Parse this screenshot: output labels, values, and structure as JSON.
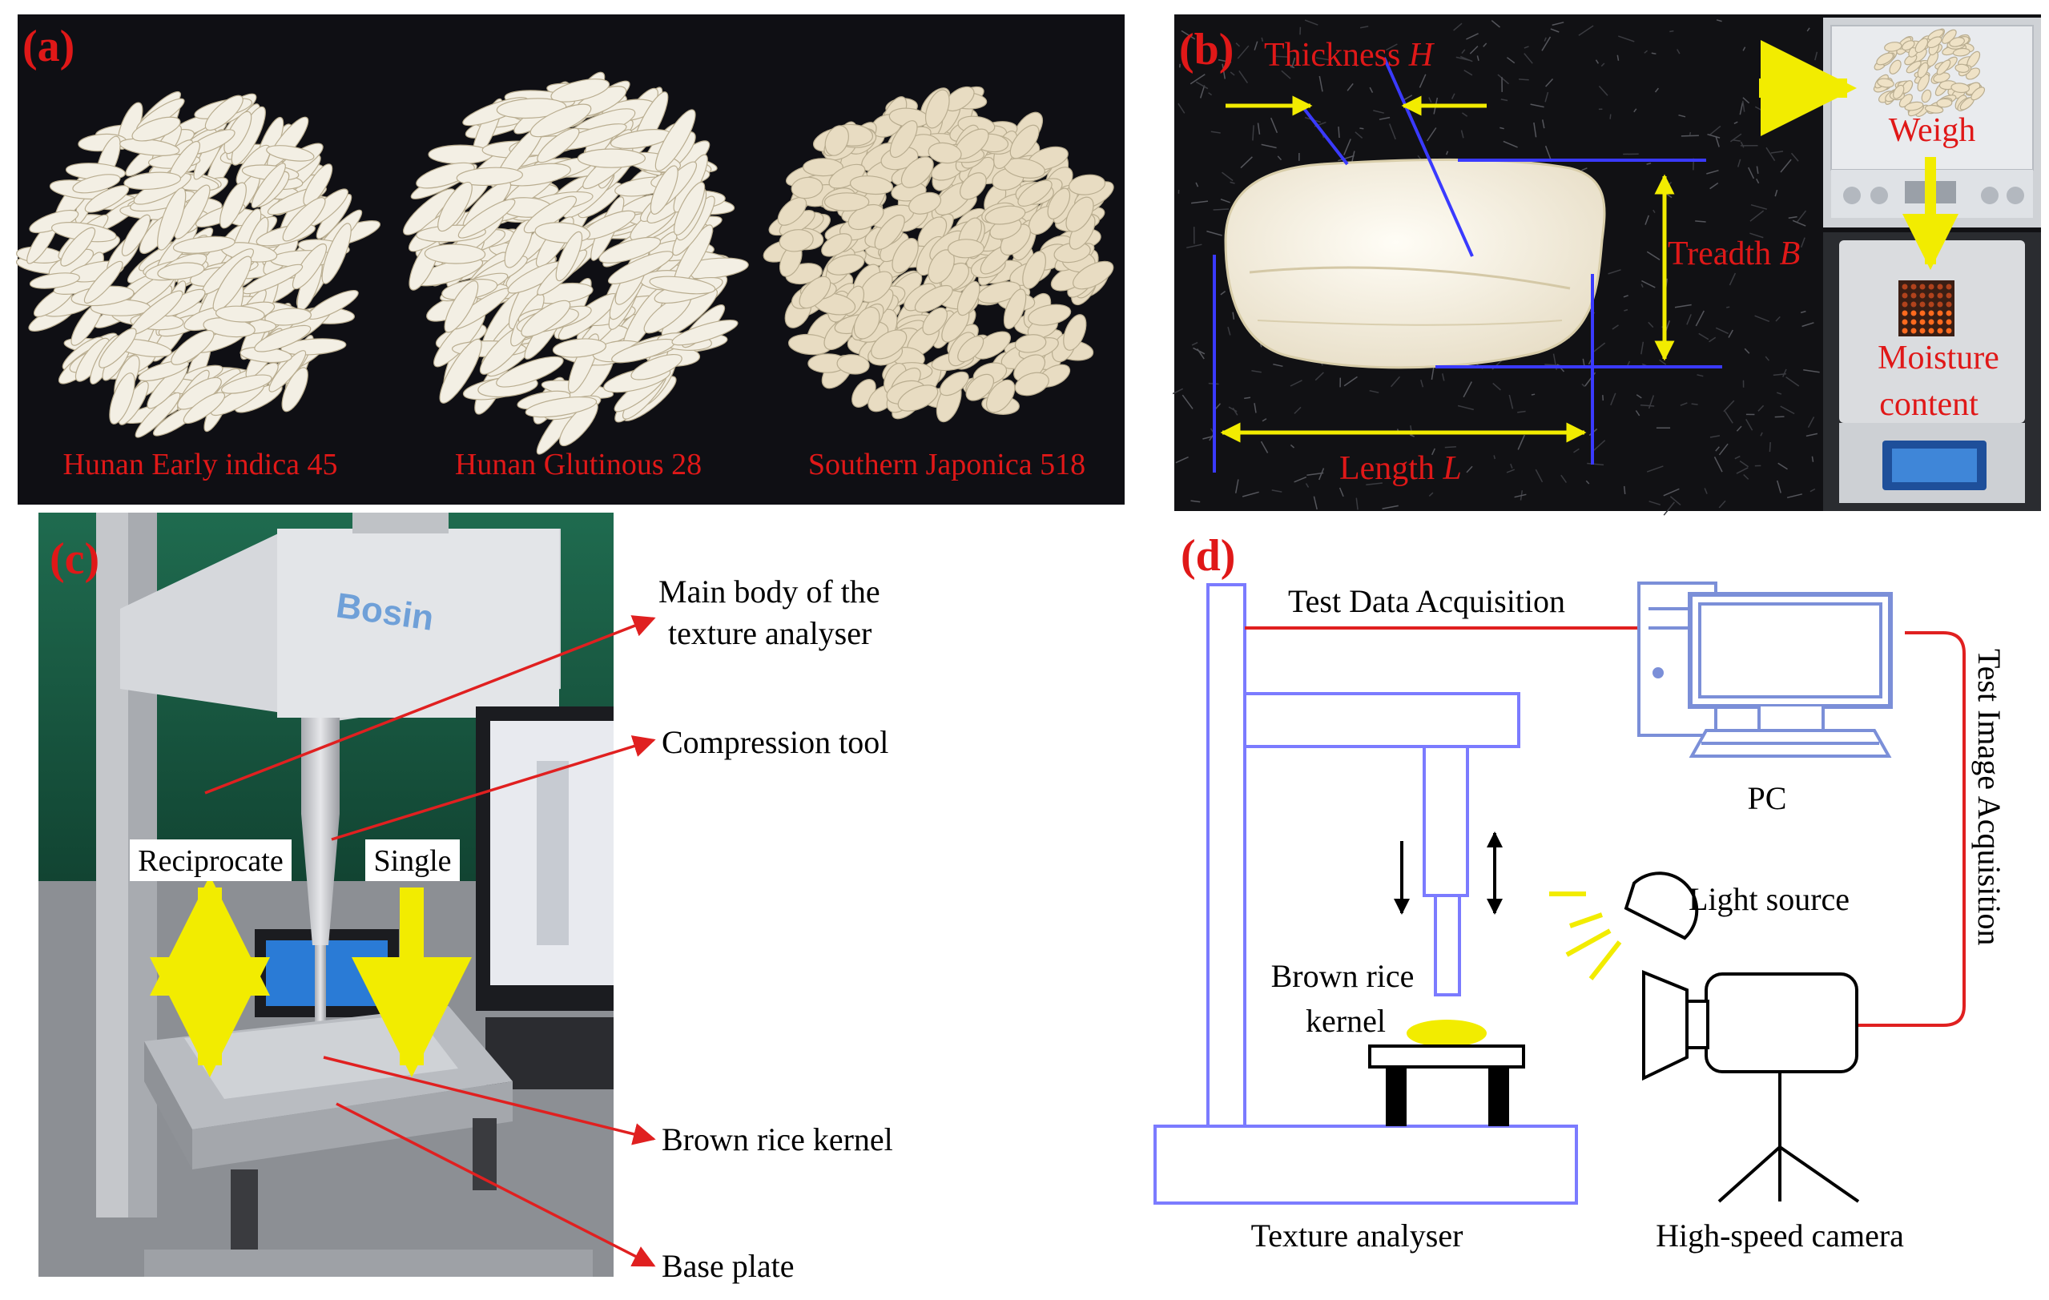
{
  "colors": {
    "panel_dark": "#0f0f14",
    "label_red": "#e01818",
    "arrow_yellow": "#f2ec00",
    "diagram_blue": "#7b7bff",
    "dim_blue": "#3a3aff",
    "wire_red": "#e02020",
    "pc_blue": "#7b8fd8",
    "rice_white": "#f3efe4",
    "japonica_tan": "#e8dcc2"
  },
  "panel_a": {
    "tag": "(a)",
    "varieties": [
      {
        "label": "Hunan Early indica 45"
      },
      {
        "label": "Hunan Glutinous 28"
      },
      {
        "label": "Southern Japonica 518"
      }
    ]
  },
  "panel_b": {
    "tag": "(b)",
    "thickness_label": "Thickness",
    "thickness_symbol": "H",
    "treadth_label": "Treadth",
    "treadth_symbol": "B",
    "length_label": "Length",
    "length_symbol": "L",
    "weigh_label": "Weigh",
    "moisture_label_line1": "Moisture",
    "moisture_label_line2": "content"
  },
  "panel_c": {
    "tag": "(c)",
    "brand": "Bosin",
    "reciprocate_label": "Reciprocate",
    "single_label": "Single",
    "callouts": [
      {
        "line1": "Main body of the",
        "line2": "texture analyser"
      },
      {
        "line1": "Compression tool",
        "line2": ""
      },
      {
        "line1": "Brown rice kernel",
        "line2": ""
      },
      {
        "line1": "Base plate",
        "line2": ""
      }
    ]
  },
  "panel_d": {
    "tag": "(d)",
    "test_data_label": "Test Data Acquisition",
    "test_image_label": "Test Image Acquisition",
    "pc_label": "PC",
    "light_label": "Light source",
    "kernel_line1": "Brown rice",
    "kernel_line2": "kernel",
    "analyser_label": "Texture analyser",
    "camera_label": "High-speed camera"
  }
}
